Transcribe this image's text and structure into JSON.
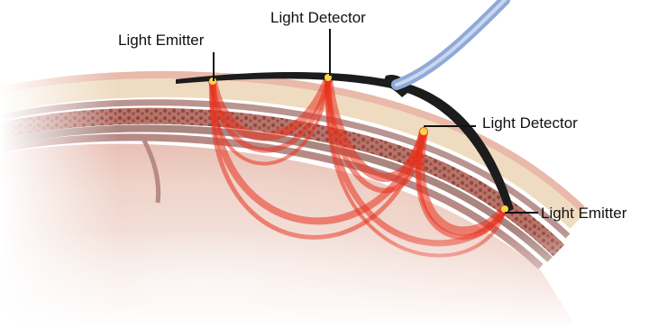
{
  "labels": {
    "emitter_top": "Light Emitter",
    "detector_top": "Light Detector",
    "detector_right": "Light Detector",
    "emitter_right": "Light Emitter"
  },
  "colors": {
    "light_path": "#e8321e",
    "sensor_pad": "#1c1c1c",
    "cable": "#8fa9d8",
    "skin": "#f3d9cf",
    "bone": "#c98f86",
    "brain": "#f1d7cf"
  }
}
